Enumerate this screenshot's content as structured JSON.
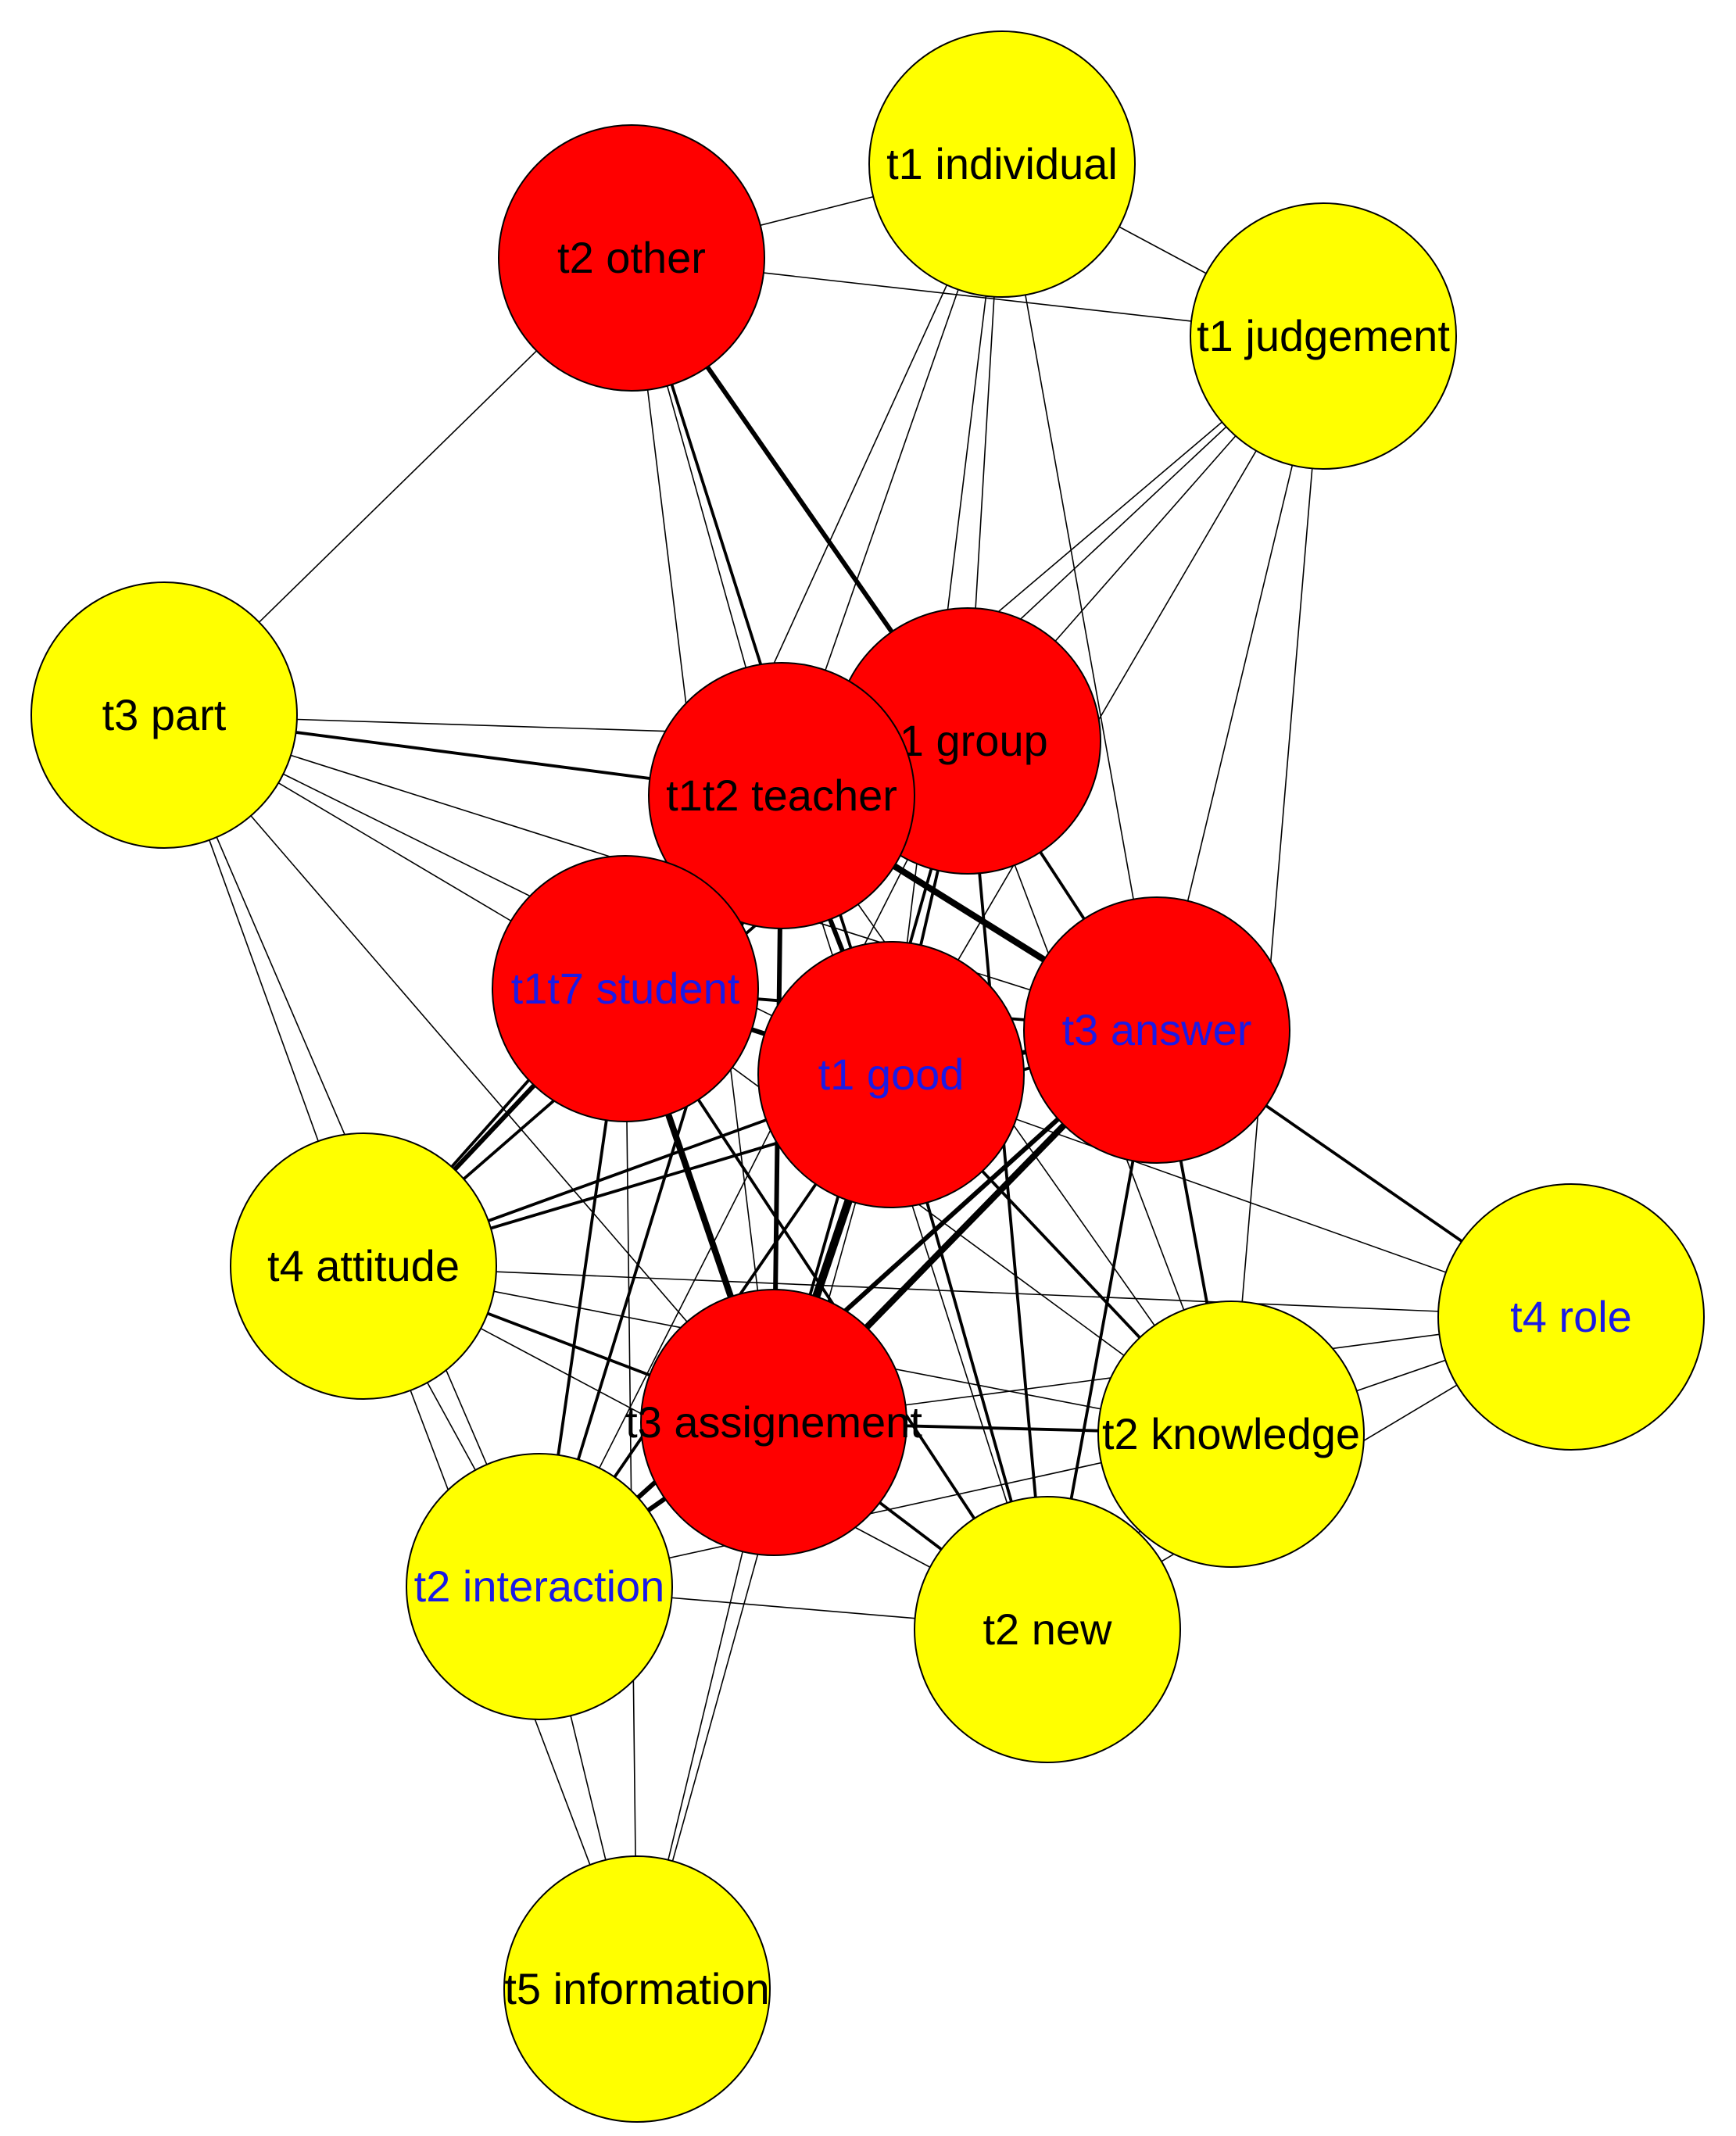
{
  "colors": {
    "red_node": "#ff0000",
    "yellow_node": "#ffff00",
    "black_label": "#000000",
    "blue_label": "#1a1ae6",
    "edge": "#000000",
    "background": "#ffffff"
  },
  "nodes": [
    {
      "id": "individual",
      "label": "t1 individual",
      "fill": "yellow",
      "label_color": "black"
    },
    {
      "id": "other",
      "label": "t2 other",
      "fill": "red",
      "label_color": "black"
    },
    {
      "id": "judgement",
      "label": "t1 judgement",
      "fill": "yellow",
      "label_color": "black"
    },
    {
      "id": "part",
      "label": "t3 part",
      "fill": "yellow",
      "label_color": "black"
    },
    {
      "id": "group",
      "label": "t1 group",
      "fill": "red",
      "label_color": "black"
    },
    {
      "id": "teacher",
      "label": "t1t2 teacher",
      "fill": "red",
      "label_color": "black"
    },
    {
      "id": "student",
      "label": "t1t7 student",
      "fill": "red",
      "label_color": "blue"
    },
    {
      "id": "good",
      "label": "t1 good",
      "fill": "red",
      "label_color": "blue"
    },
    {
      "id": "answer",
      "label": "t3 answer",
      "fill": "red",
      "label_color": "blue"
    },
    {
      "id": "attitude",
      "label": "t4 attitude",
      "fill": "yellow",
      "label_color": "black"
    },
    {
      "id": "role",
      "label": "t4 role",
      "fill": "yellow",
      "label_color": "blue"
    },
    {
      "id": "assignement",
      "label": "t3 assignement",
      "fill": "red",
      "label_color": "black"
    },
    {
      "id": "knowledge",
      "label": "t2 knowledge",
      "fill": "yellow",
      "label_color": "black"
    },
    {
      "id": "interaction",
      "label": "t2 interaction",
      "fill": "yellow",
      "label_color": "blue"
    },
    {
      "id": "new",
      "label": "t2 new",
      "fill": "yellow",
      "label_color": "black"
    },
    {
      "id": "information",
      "label": "t5 information",
      "fill": "yellow",
      "label_color": "black"
    }
  ],
  "edges": [
    {
      "from": "individual",
      "to": "other",
      "weight": 1
    },
    {
      "from": "individual",
      "to": "judgement",
      "weight": 1
    },
    {
      "from": "individual",
      "to": "teacher",
      "weight": 1
    },
    {
      "from": "individual",
      "to": "group",
      "weight": 1
    },
    {
      "from": "individual",
      "to": "student",
      "weight": 1
    },
    {
      "from": "individual",
      "to": "good",
      "weight": 1
    },
    {
      "from": "individual",
      "to": "answer",
      "weight": 1
    },
    {
      "from": "other",
      "to": "judgement",
      "weight": 1
    },
    {
      "from": "other",
      "to": "part",
      "weight": 1
    },
    {
      "from": "other",
      "to": "teacher",
      "weight": 1
    },
    {
      "from": "other",
      "to": "group",
      "weight": 3
    },
    {
      "from": "other",
      "to": "good",
      "weight": 2
    },
    {
      "from": "other",
      "to": "assignement",
      "weight": 1
    },
    {
      "from": "judgement",
      "to": "group",
      "weight": 1
    },
    {
      "from": "judgement",
      "to": "teacher",
      "weight": 1
    },
    {
      "from": "judgement",
      "to": "student",
      "weight": 1
    },
    {
      "from": "judgement",
      "to": "good",
      "weight": 1
    },
    {
      "from": "judgement",
      "to": "answer",
      "weight": 1
    },
    {
      "from": "judgement",
      "to": "knowledge",
      "weight": 1
    },
    {
      "from": "part",
      "to": "teacher",
      "weight": 2
    },
    {
      "from": "part",
      "to": "group",
      "weight": 1
    },
    {
      "from": "part",
      "to": "student",
      "weight": 1
    },
    {
      "from": "part",
      "to": "good",
      "weight": 1
    },
    {
      "from": "part",
      "to": "answer",
      "weight": 1
    },
    {
      "from": "part",
      "to": "attitude",
      "weight": 1
    },
    {
      "from": "part",
      "to": "assignement",
      "weight": 1
    },
    {
      "from": "part",
      "to": "interaction",
      "weight": 1
    },
    {
      "from": "group",
      "to": "teacher",
      "weight": 2
    },
    {
      "from": "group",
      "to": "student",
      "weight": 2
    },
    {
      "from": "group",
      "to": "good",
      "weight": 2
    },
    {
      "from": "group",
      "to": "answer",
      "weight": 2
    },
    {
      "from": "group",
      "to": "attitude",
      "weight": 2
    },
    {
      "from": "group",
      "to": "assignement",
      "weight": 2
    },
    {
      "from": "group",
      "to": "knowledge",
      "weight": 1
    },
    {
      "from": "group",
      "to": "new",
      "weight": 2
    },
    {
      "from": "group",
      "to": "interaction",
      "weight": 1
    },
    {
      "from": "teacher",
      "to": "student",
      "weight": 2
    },
    {
      "from": "teacher",
      "to": "good",
      "weight": 3
    },
    {
      "from": "teacher",
      "to": "answer",
      "weight": 4
    },
    {
      "from": "teacher",
      "to": "attitude",
      "weight": 2
    },
    {
      "from": "teacher",
      "to": "assignement",
      "weight": 3
    },
    {
      "from": "teacher",
      "to": "knowledge",
      "weight": 1
    },
    {
      "from": "teacher",
      "to": "new",
      "weight": 1
    },
    {
      "from": "teacher",
      "to": "interaction",
      "weight": 2
    },
    {
      "from": "student",
      "to": "good",
      "weight": 3
    },
    {
      "from": "student",
      "to": "answer",
      "weight": 2
    },
    {
      "from": "student",
      "to": "attitude",
      "weight": 3
    },
    {
      "from": "student",
      "to": "assignement",
      "weight": 4
    },
    {
      "from": "student",
      "to": "knowledge",
      "weight": 1
    },
    {
      "from": "student",
      "to": "new",
      "weight": 2
    },
    {
      "from": "student",
      "to": "interaction",
      "weight": 2
    },
    {
      "from": "student",
      "to": "information",
      "weight": 1
    },
    {
      "from": "good",
      "to": "answer",
      "weight": 3
    },
    {
      "from": "good",
      "to": "attitude",
      "weight": 2
    },
    {
      "from": "good",
      "to": "assignement",
      "weight": 5
    },
    {
      "from": "good",
      "to": "knowledge",
      "weight": 2
    },
    {
      "from": "good",
      "to": "new",
      "weight": 2
    },
    {
      "from": "good",
      "to": "interaction",
      "weight": 2
    },
    {
      "from": "good",
      "to": "role",
      "weight": 1
    },
    {
      "from": "good",
      "to": "information",
      "weight": 1
    },
    {
      "from": "answer",
      "to": "attitude",
      "weight": 2
    },
    {
      "from": "answer",
      "to": "assignement",
      "weight": 4
    },
    {
      "from": "answer",
      "to": "knowledge",
      "weight": 2
    },
    {
      "from": "answer",
      "to": "new",
      "weight": 2
    },
    {
      "from": "answer",
      "to": "role",
      "weight": 2
    },
    {
      "from": "answer",
      "to": "interaction",
      "weight": 3
    },
    {
      "from": "attitude",
      "to": "assignement",
      "weight": 2
    },
    {
      "from": "attitude",
      "to": "knowledge",
      "weight": 1
    },
    {
      "from": "attitude",
      "to": "new",
      "weight": 1
    },
    {
      "from": "attitude",
      "to": "interaction",
      "weight": 1
    },
    {
      "from": "attitude",
      "to": "information",
      "weight": 1
    },
    {
      "from": "attitude",
      "to": "role",
      "weight": 1
    },
    {
      "from": "assignement",
      "to": "knowledge",
      "weight": 2
    },
    {
      "from": "assignement",
      "to": "new",
      "weight": 2
    },
    {
      "from": "assignement",
      "to": "interaction",
      "weight": 3
    },
    {
      "from": "assignement",
      "to": "information",
      "weight": 1
    },
    {
      "from": "assignement",
      "to": "role",
      "weight": 1
    },
    {
      "from": "knowledge",
      "to": "role",
      "weight": 1
    },
    {
      "from": "knowledge",
      "to": "new",
      "weight": 1
    },
    {
      "from": "knowledge",
      "to": "interaction",
      "weight": 1
    },
    {
      "from": "interaction",
      "to": "new",
      "weight": 1
    },
    {
      "from": "interaction",
      "to": "information",
      "weight": 1
    },
    {
      "from": "new",
      "to": "role",
      "weight": 1
    }
  ]
}
